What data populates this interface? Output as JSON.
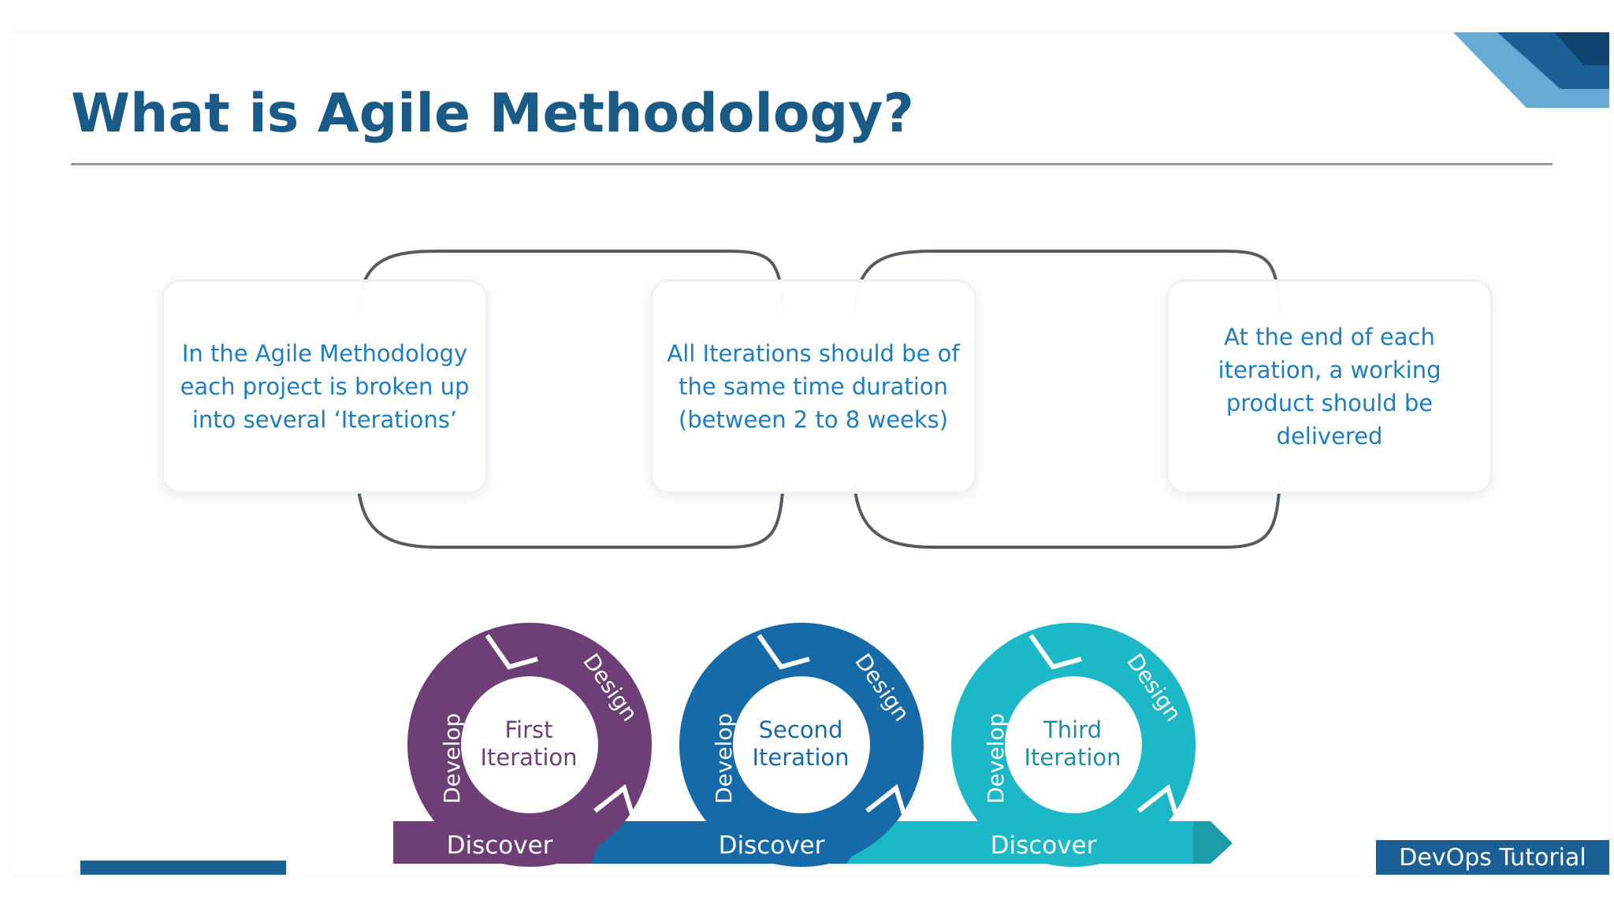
{
  "slide": {
    "title": "What is Agile Methodology?",
    "badge": "DevOps Tutorial"
  },
  "cards": [
    {
      "text": "In the Agile Methodology each project is broken up into several ‘Iterations’"
    },
    {
      "text": "All Iterations should be of the same time duration (between 2 to 8 weeks)"
    },
    {
      "text": "At the end of each iteration, a working product should be delivered"
    }
  ],
  "iterations": [
    {
      "name_line1": "First",
      "name_line2": "Iteration",
      "phase_develop": "Develop",
      "phase_design": "Design",
      "phase_discover": "Discover",
      "color": "#6e3f77"
    },
    {
      "name_line1": "Second",
      "name_line2": "Iteration",
      "phase_develop": "Develop",
      "phase_design": "Design",
      "phase_discover": "Discover",
      "color": "#176aa8"
    },
    {
      "name_line1": "Third",
      "name_line2": "Iteration",
      "phase_develop": "Develop",
      "phase_design": "Design",
      "phase_discover": "Discover",
      "color": "#1cb8c7"
    }
  ],
  "colors": {
    "title": "#195b86",
    "card_text": "#1c7ec0",
    "connector": "#555b61",
    "badge": "#1a5f95",
    "corner_dark": "#1a5f95",
    "corner_light": "#4b9ccb"
  }
}
